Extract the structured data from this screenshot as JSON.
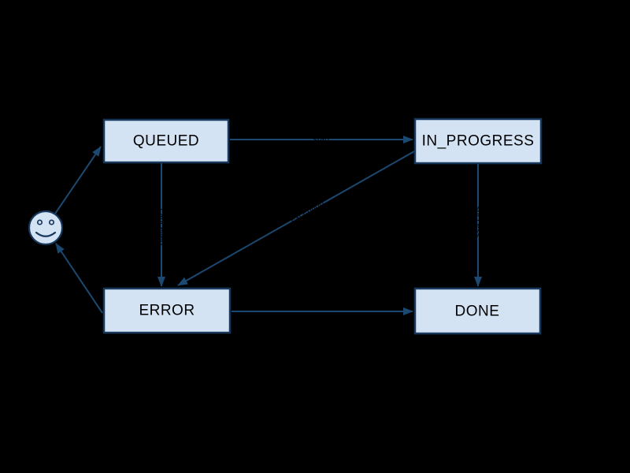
{
  "diagram": {
    "kind": "state-machine",
    "background_color": "#000000",
    "colors": {
      "node_fill": "#d3e3f3",
      "node_stroke": "#17375c",
      "node_text": "#000000",
      "edge_stroke": "#1b4971",
      "edge_label_text": "#000000"
    },
    "nodes": {
      "start": {
        "id": "start",
        "icon": "smiley-face-icon",
        "label": ""
      },
      "queued": {
        "id": "queued",
        "label": "QUEUED"
      },
      "in_progress": {
        "id": "in_progress",
        "label": "IN_PROGRESS"
      },
      "error": {
        "id": "error",
        "label": "ERROR"
      },
      "done": {
        "id": "done",
        "label": "DONE"
      }
    },
    "edges": {
      "start_to_queued": {
        "from": "start",
        "to": "queued",
        "label": ""
      },
      "queued_to_in_progress": {
        "from": "queued",
        "to": "in_progress",
        "label": "start"
      },
      "queued_to_error": {
        "from": "queued",
        "to": "error",
        "label": "cancelled"
      },
      "in_progress_to_error": {
        "from": "in_progress",
        "to": "error",
        "label": "exception"
      },
      "in_progress_to_done": {
        "from": "in_progress",
        "to": "done",
        "label": "success"
      },
      "error_to_done": {
        "from": "error",
        "to": "done",
        "label": ""
      },
      "error_to_start": {
        "from": "error",
        "to": "start",
        "label": ""
      }
    }
  }
}
